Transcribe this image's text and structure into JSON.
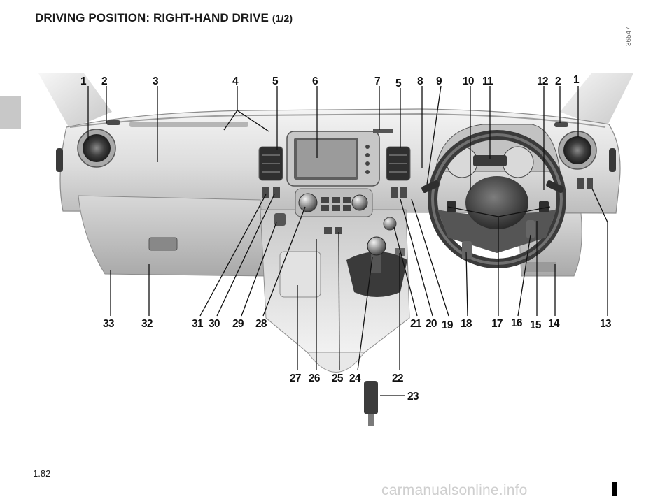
{
  "title": {
    "main": "DRIVING POSITION: RIGHT-HAND DRIVE",
    "part": "(1/2)"
  },
  "ref_code": "36547",
  "page_number": "1.82",
  "watermark": "carmanualsonline.info",
  "callouts": [
    "1",
    "2",
    "3",
    "4",
    "5",
    "6",
    "7",
    "5",
    "8",
    "9",
    "10",
    "11",
    "12",
    "2",
    "1",
    "13",
    "14",
    "15",
    "16",
    "17",
    "18",
    "19",
    "20",
    "21",
    "22",
    "23",
    "24",
    "25",
    "26",
    "27",
    "28",
    "29",
    "30",
    "31",
    "32",
    "33"
  ]
}
